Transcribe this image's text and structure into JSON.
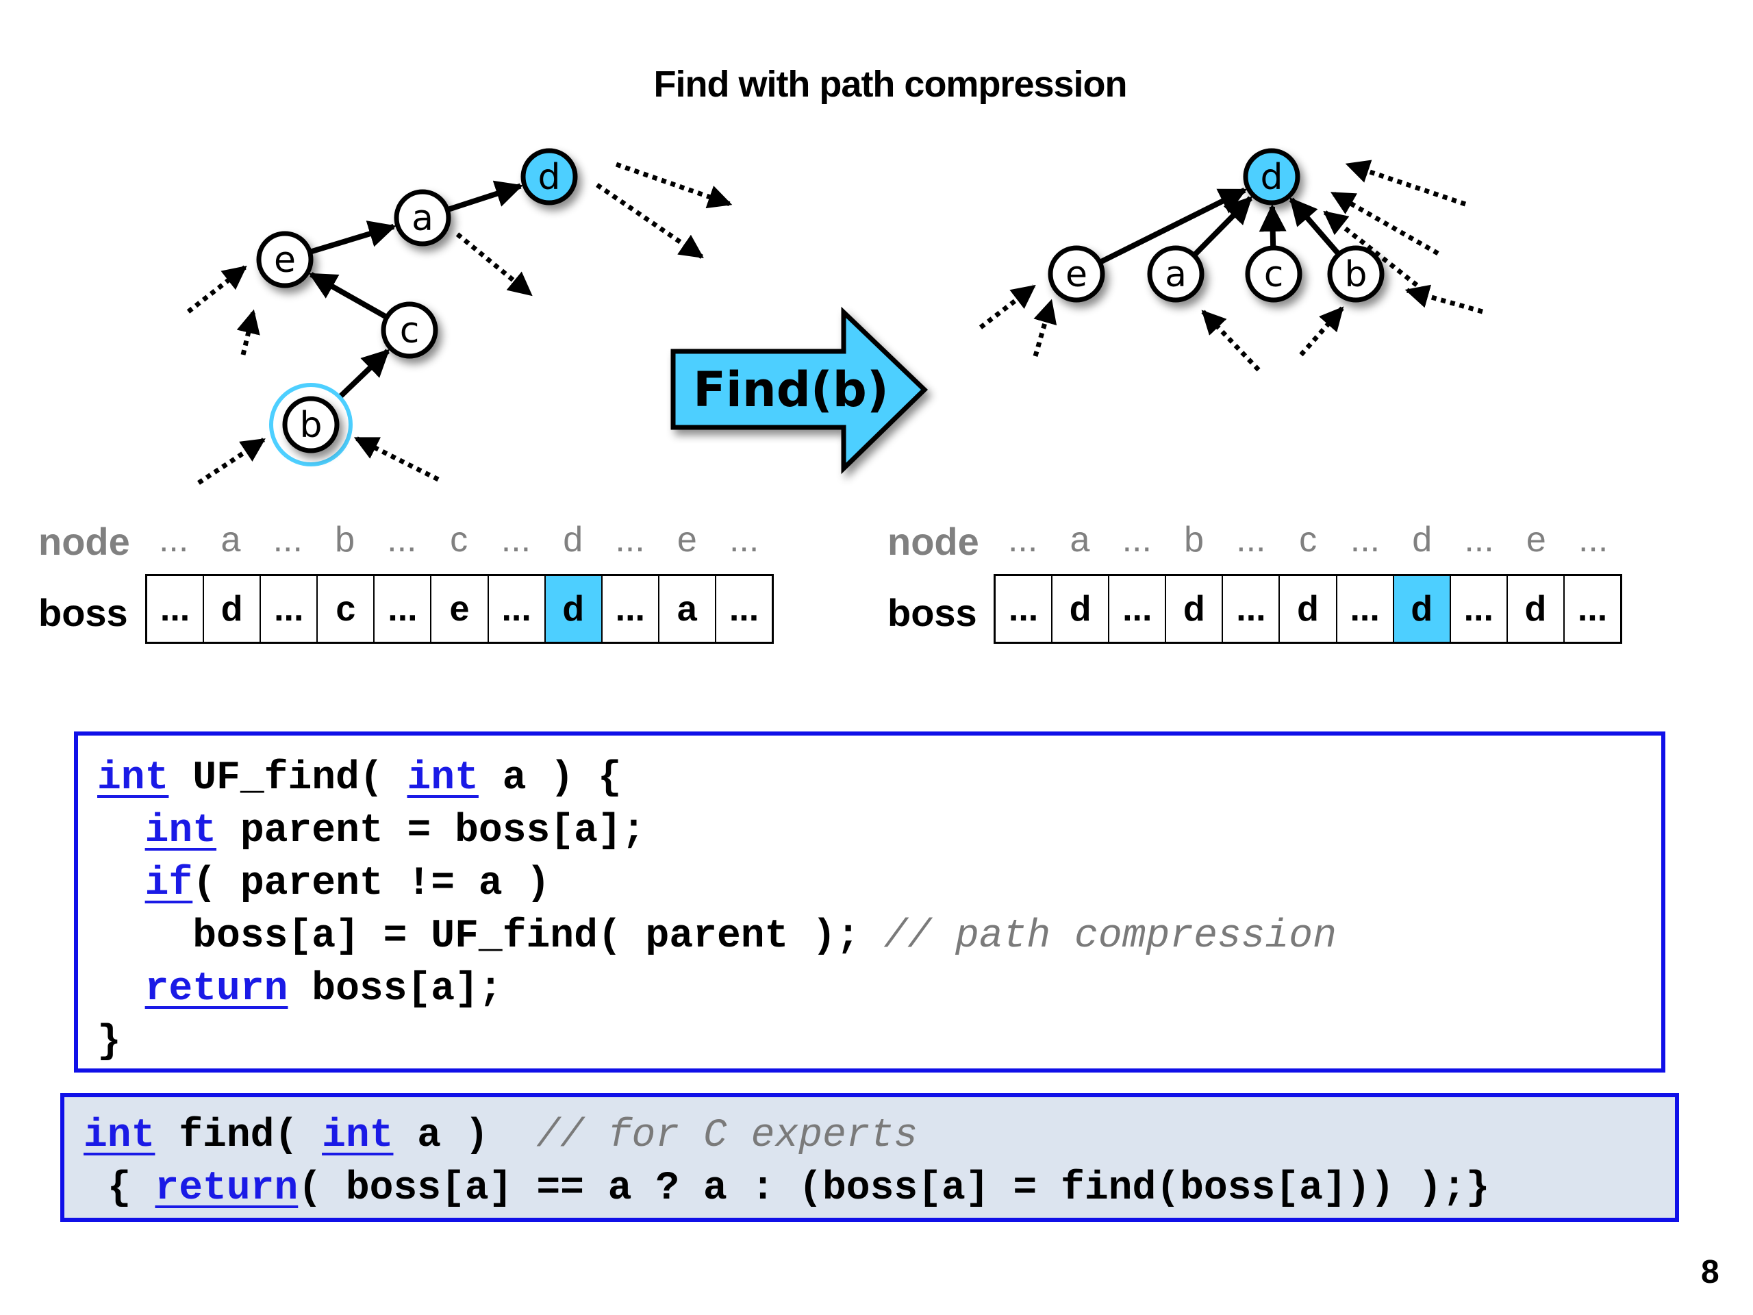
{
  "title": "Find with path compression",
  "colors": {
    "highlight": "#4dcfff",
    "code_keyword": "#1a1ae6",
    "code_comment": "#7a7a7a",
    "code_border": "#1010e8",
    "expert_box_bg": "#dce4ef"
  },
  "before_tree": {
    "nodes": [
      {
        "id": "d",
        "label": "d",
        "root": true
      },
      {
        "id": "a",
        "label": "a"
      },
      {
        "id": "e",
        "label": "e"
      },
      {
        "id": "c",
        "label": "c"
      },
      {
        "id": "b",
        "label": "b",
        "query": true
      }
    ],
    "edges": [
      [
        "e",
        "a"
      ],
      [
        "a",
        "d"
      ],
      [
        "c",
        "e"
      ],
      [
        "b",
        "c"
      ]
    ]
  },
  "operation": {
    "label": "Find(b)"
  },
  "after_tree": {
    "nodes": [
      {
        "id": "d",
        "label": "d",
        "root": true
      },
      {
        "id": "e",
        "label": "e"
      },
      {
        "id": "a",
        "label": "a"
      },
      {
        "id": "c",
        "label": "c"
      },
      {
        "id": "b",
        "label": "b"
      }
    ],
    "edges": [
      [
        "e",
        "d"
      ],
      [
        "a",
        "d"
      ],
      [
        "c",
        "d"
      ],
      [
        "b",
        "d"
      ]
    ]
  },
  "before_table": {
    "node_label": "node",
    "boss_label": "boss",
    "nodes": [
      "...",
      "a",
      "...",
      "b",
      "...",
      "c",
      "...",
      "d",
      "...",
      "e",
      "..."
    ],
    "boss": [
      "...",
      "d",
      "...",
      "c",
      "...",
      "e",
      "...",
      "d",
      "...",
      "a",
      "..."
    ],
    "highlight_index": 7
  },
  "after_table": {
    "node_label": "node",
    "boss_label": "boss",
    "nodes": [
      "...",
      "a",
      "...",
      "b",
      "...",
      "c",
      "...",
      "d",
      "...",
      "e",
      "..."
    ],
    "boss": [
      "...",
      "d",
      "...",
      "d",
      "...",
      "d",
      "...",
      "d",
      "...",
      "d",
      "..."
    ],
    "highlight_index": 7
  },
  "code_main": {
    "lines": [
      [
        {
          "t": "int",
          "k": "kw"
        },
        {
          "t": " UF_find( "
        },
        {
          "t": "int",
          "k": "kw"
        },
        {
          "t": " a ) {"
        }
      ],
      [
        {
          "t": "  "
        },
        {
          "t": "int",
          "k": "kw"
        },
        {
          "t": " parent = boss[a];"
        }
      ],
      [
        {
          "t": "  "
        },
        {
          "t": "if",
          "k": "kw"
        },
        {
          "t": "( parent != a )"
        }
      ],
      [
        {
          "t": "    boss[a] = UF_find( parent ); "
        },
        {
          "t": "// path compression",
          "k": "cm"
        }
      ],
      [
        {
          "t": "  "
        },
        {
          "t": "return",
          "k": "kw"
        },
        {
          "t": " boss[a];"
        }
      ],
      [
        {
          "t": "}"
        }
      ]
    ]
  },
  "code_expert": {
    "lines": [
      [
        {
          "t": "int",
          "k": "kw"
        },
        {
          "t": " find( "
        },
        {
          "t": "int",
          "k": "kw"
        },
        {
          "t": " a )  "
        },
        {
          "t": "// for C experts",
          "k": "cm"
        }
      ],
      [
        {
          "t": " { "
        },
        {
          "t": "return",
          "k": "kw"
        },
        {
          "t": "( boss[a] == a ? a : (boss[a] = find(boss[a])) );}"
        }
      ]
    ]
  },
  "page_number": "8"
}
